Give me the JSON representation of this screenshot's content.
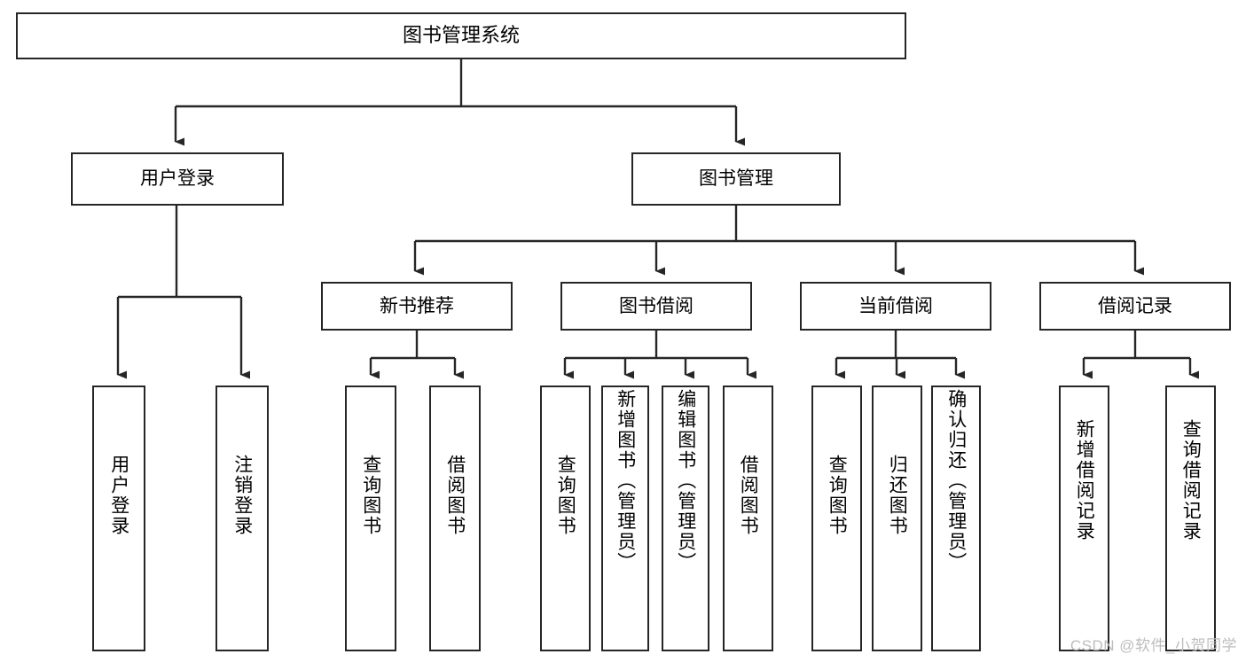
{
  "diagram": {
    "title": "图书管理系统",
    "type": "hierarchy-tree",
    "levels": 4,
    "nodes": {
      "root": {
        "label": "图书管理系统"
      },
      "level2": [
        {
          "id": "user-login",
          "label": "用户登录"
        },
        {
          "id": "book-manage",
          "label": "图书管理"
        }
      ],
      "level3": [
        {
          "id": "new-book-recommend",
          "label": "新书推荐"
        },
        {
          "id": "book-borrow",
          "label": "图书借阅"
        },
        {
          "id": "current-borrow",
          "label": "当前借阅"
        },
        {
          "id": "borrow-record",
          "label": "借阅记录"
        }
      ],
      "leaves": [
        {
          "id": "leaf-user-login",
          "label": "用户登录",
          "parent": "user-login"
        },
        {
          "id": "leaf-logout-login",
          "label": "注销登录",
          "parent": "user-login"
        },
        {
          "id": "leaf-query-book-1",
          "label": "查询图书",
          "parent": "new-book-recommend"
        },
        {
          "id": "leaf-borrow-book-1",
          "label": "借阅图书",
          "parent": "new-book-recommend"
        },
        {
          "id": "leaf-query-book-2",
          "label": "查询图书",
          "parent": "book-borrow"
        },
        {
          "id": "leaf-add-book",
          "label": "新增图书（管理员）",
          "parent": "book-borrow"
        },
        {
          "id": "leaf-edit-book",
          "label": "编辑图书（管理员）",
          "parent": "book-borrow"
        },
        {
          "id": "leaf-borrow-book-2",
          "label": "借阅图书",
          "parent": "book-borrow"
        },
        {
          "id": "leaf-query-book-3",
          "label": "查询图书",
          "parent": "current-borrow"
        },
        {
          "id": "leaf-return-book",
          "label": "归还图书",
          "parent": "current-borrow"
        },
        {
          "id": "leaf-confirm-return",
          "label": "确认归还（管理员）",
          "parent": "current-borrow"
        },
        {
          "id": "leaf-add-record",
          "label": "新增借阅记录",
          "parent": "borrow-record"
        },
        {
          "id": "leaf-query-record",
          "label": "查询借阅记录",
          "parent": "borrow-record"
        }
      ]
    },
    "colors": {
      "stroke": "#262626",
      "fill": "#ffffff",
      "text": "#000000",
      "watermark": "#bdbdbd"
    }
  },
  "watermark": {
    "text": "CSDN @软件_小贺同学"
  }
}
